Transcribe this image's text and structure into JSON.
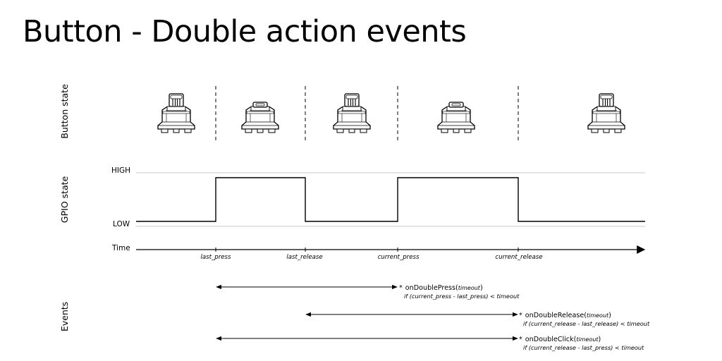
{
  "title": "Button - Double action events",
  "rows": {
    "button_state": "Button state",
    "gpio_state": "GPIO state",
    "events": "Events"
  },
  "gpio": {
    "high_label": "HIGH",
    "low_label": "LOW",
    "signal": [
      "LOW",
      "HIGH",
      "LOW",
      "HIGH",
      "LOW"
    ]
  },
  "time_axis": {
    "label": "Time",
    "ticks": [
      "last_press",
      "last_release",
      "current_press",
      "current_release"
    ]
  },
  "button_states": [
    "released",
    "pressed",
    "released",
    "pressed",
    "released"
  ],
  "events": [
    {
      "marker": "*",
      "name": "onDoublePress",
      "arg": "timeout",
      "condition": "if (current_press - last_press) < timeout",
      "from": "last_press",
      "to": "current_press"
    },
    {
      "marker": "*",
      "name": "onDoubleRelease",
      "arg": "timeout",
      "condition": "if (current_release - last_release) < timeout",
      "from": "last_release",
      "to": "current_release"
    },
    {
      "marker": "*",
      "name": "onDoubleClick",
      "arg": "timeout",
      "condition": "if (current_release - last_press) < timeout",
      "from": "last_press",
      "to": "current_release"
    }
  ]
}
